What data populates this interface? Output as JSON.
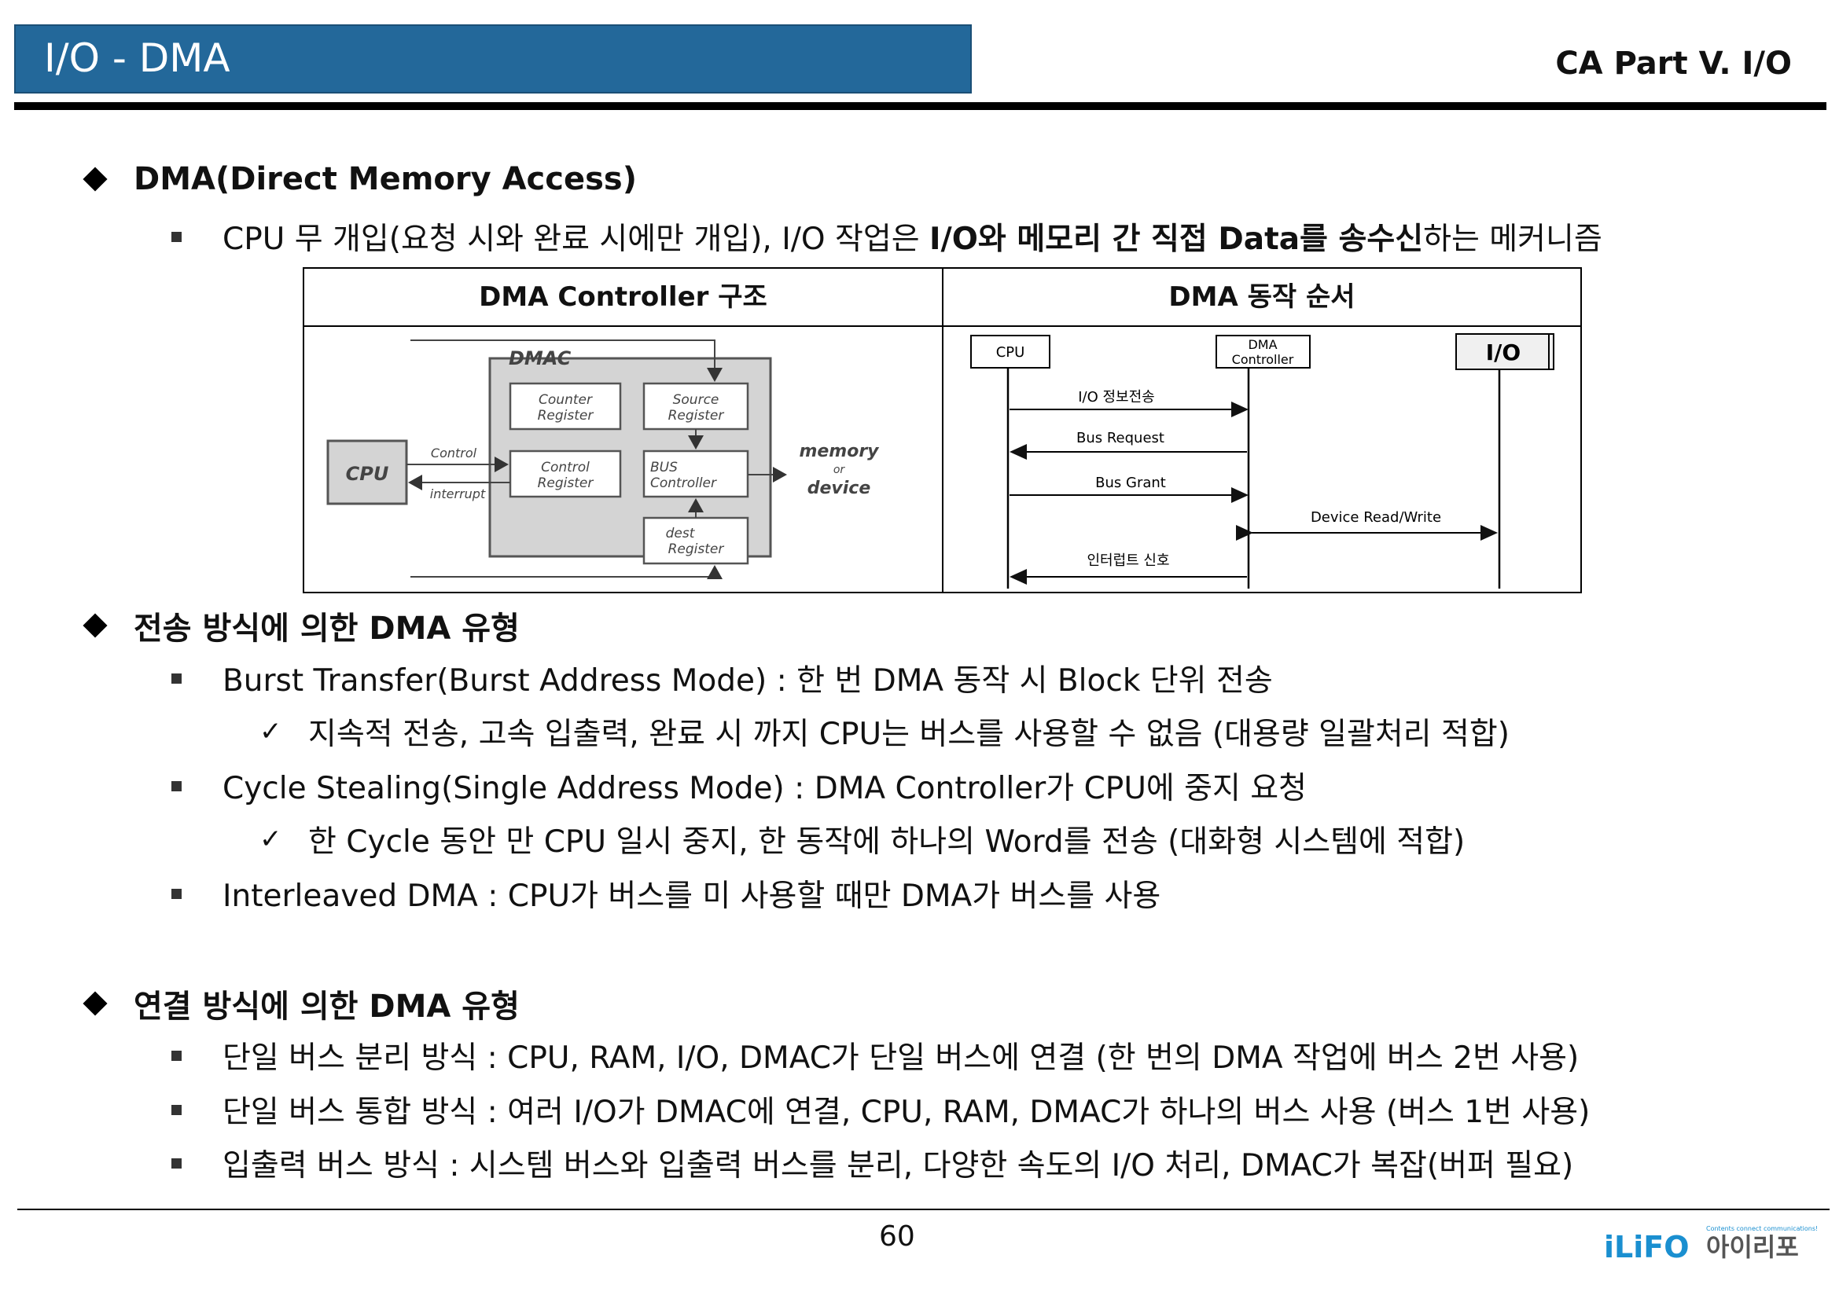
{
  "header": {
    "title": "I/O - DMA",
    "part": "CA Part V. I/O"
  },
  "section1": {
    "heading": "DMA(Direct  Memory Access)",
    "item_pre": "CPU 무 개입(요청 시와 완료 시에만 개입), I/O 작업은 ",
    "item_bold": "I/O와 메모리 간 직접 Data를 송수신",
    "item_post": "하는 메커니즘"
  },
  "table": {
    "col1_header": "DMA Controller 구조",
    "col2_header": "DMA 동작 순서",
    "dmac": {
      "title": "DMAC",
      "counter": [
        "Counter",
        "Register"
      ],
      "source": [
        "Source",
        "Register"
      ],
      "control": [
        "Control",
        "Register"
      ],
      "bus": [
        "BUS",
        "Controller"
      ],
      "dest": [
        "dest",
        "Register"
      ],
      "cpu": "CPU",
      "control_label": "Control",
      "interrupt_label": "interrupt",
      "memory": "memory",
      "or": "or",
      "device": "device"
    },
    "sequence": {
      "cpu": "CPU",
      "dmac": [
        "DMA",
        "Controller"
      ],
      "io": "I/O",
      "msg1": "I/O 정보전송",
      "msg2": "Bus Request",
      "msg3": "Bus Grant",
      "msg4": "Device Read/Write",
      "msg5": "인터럽트 신호"
    }
  },
  "section2": {
    "heading": "전송 방식에 의한 DMA 유형",
    "items": [
      {
        "text": "Burst Transfer(Burst Address Mode) : 한 번 DMA 동작 시 Block 단위 전송"
      },
      {
        "sub": "지속적 전송, 고속 입출력, 완료 시 까지 CPU는 버스를 사용할 수 없음 (대용량 일괄처리 적합)"
      },
      {
        "text": "Cycle Stealing(Single Address Mode) : DMA Controller가 CPU에 중지 요청"
      },
      {
        "sub": "한 Cycle 동안 만 CPU 일시 중지, 한 동작에 하나의 Word를 전송 (대화형 시스템에 적합)"
      },
      {
        "text": "Interleaved DMA : CPU가 버스를 미 사용할 때만 DMA가 버스를 사용"
      }
    ]
  },
  "section3": {
    "heading": "연결 방식에 의한 DMA 유형",
    "items": [
      "단일 버스 분리 방식 : CPU, RAM, I/O, DMAC가 단일 버스에 연결 (한 번의 DMA 작업에 버스 2번 사용)",
      "단일 버스 통합 방식 : 여러 I/O가 DMAC에 연결, CPU, RAM, DMAC가 하나의 버스 사용 (버스 1번 사용)",
      "입출력 버스 방식 : 시스템 버스와 입출력 버스를 분리, 다양한 속도의 I/O 처리, DMAC가 복잡(버퍼 필요)"
    ]
  },
  "footer": {
    "page": "60",
    "logo_text": "iLiFO",
    "logo_korean": "아이리포",
    "logo_tagline": "Contents connect communications!"
  },
  "colors": {
    "title_bar": "#23689a",
    "logo_blue": "#1a8fd0",
    "logo_red": "#e03a3a"
  }
}
